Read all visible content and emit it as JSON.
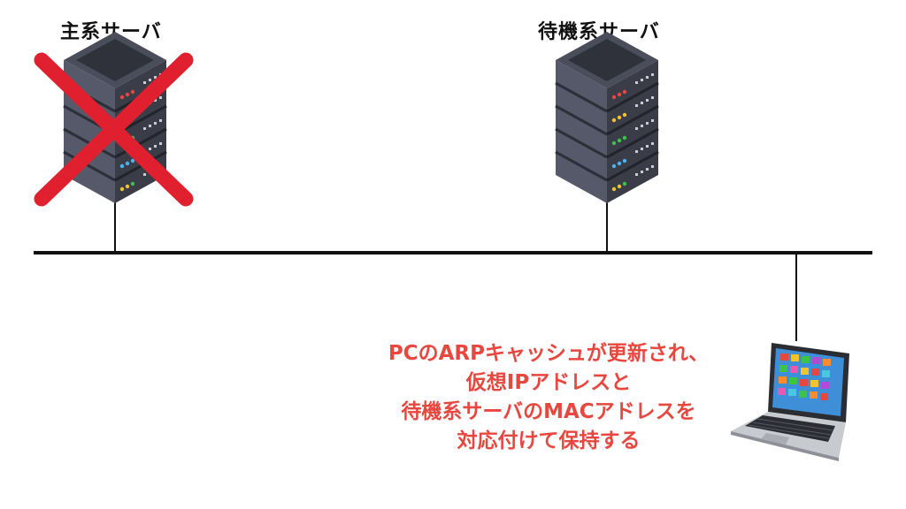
{
  "labels": {
    "primary_server": "主系サーバ",
    "standby_server": "待機系サーバ"
  },
  "note": {
    "lines": [
      "PCのARPキャッシュが更新され、",
      "仮想IPアドレスと",
      "待機系サーバのMACアドレスを",
      "対応付けて保持する"
    ]
  },
  "icons": {
    "primary": "server-rack-icon",
    "failed_mark": "x-mark-icon",
    "standby": "server-rack-icon",
    "client": "laptop-icon"
  },
  "colors": {
    "note_text": "#e8473f",
    "x_mark": "#e0202e",
    "network_line": "#111111"
  }
}
